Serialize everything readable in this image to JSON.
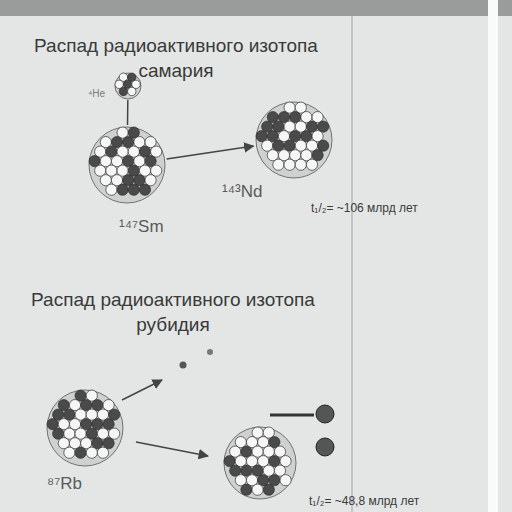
{
  "diagram": {
    "nodes": [
      {
        "text": [
          "⁴He"
        ]
      },
      {
        "text": [
          "¹⁴⁷Sm"
        ]
      },
      {
        "text": [
          "¹⁴³Nd"
        ]
      },
      {
        "text": [
          "⁸⁷Rb"
        ]
      }
    ],
    "edges": [
      {
        "from": 1,
        "to": 0,
        "arrow": "none"
      },
      {
        "from": 1,
        "to": 2,
        "arrow": "to"
      }
    ],
    "labels": [
      "Распад радиоактивного изотопа самария",
      "t₁/₂= ~106 млрд лет",
      "Распад радиоактивного изотопа рубидия",
      "t₁/₂= ~48,8 млрд лет"
    ]
  }
}
